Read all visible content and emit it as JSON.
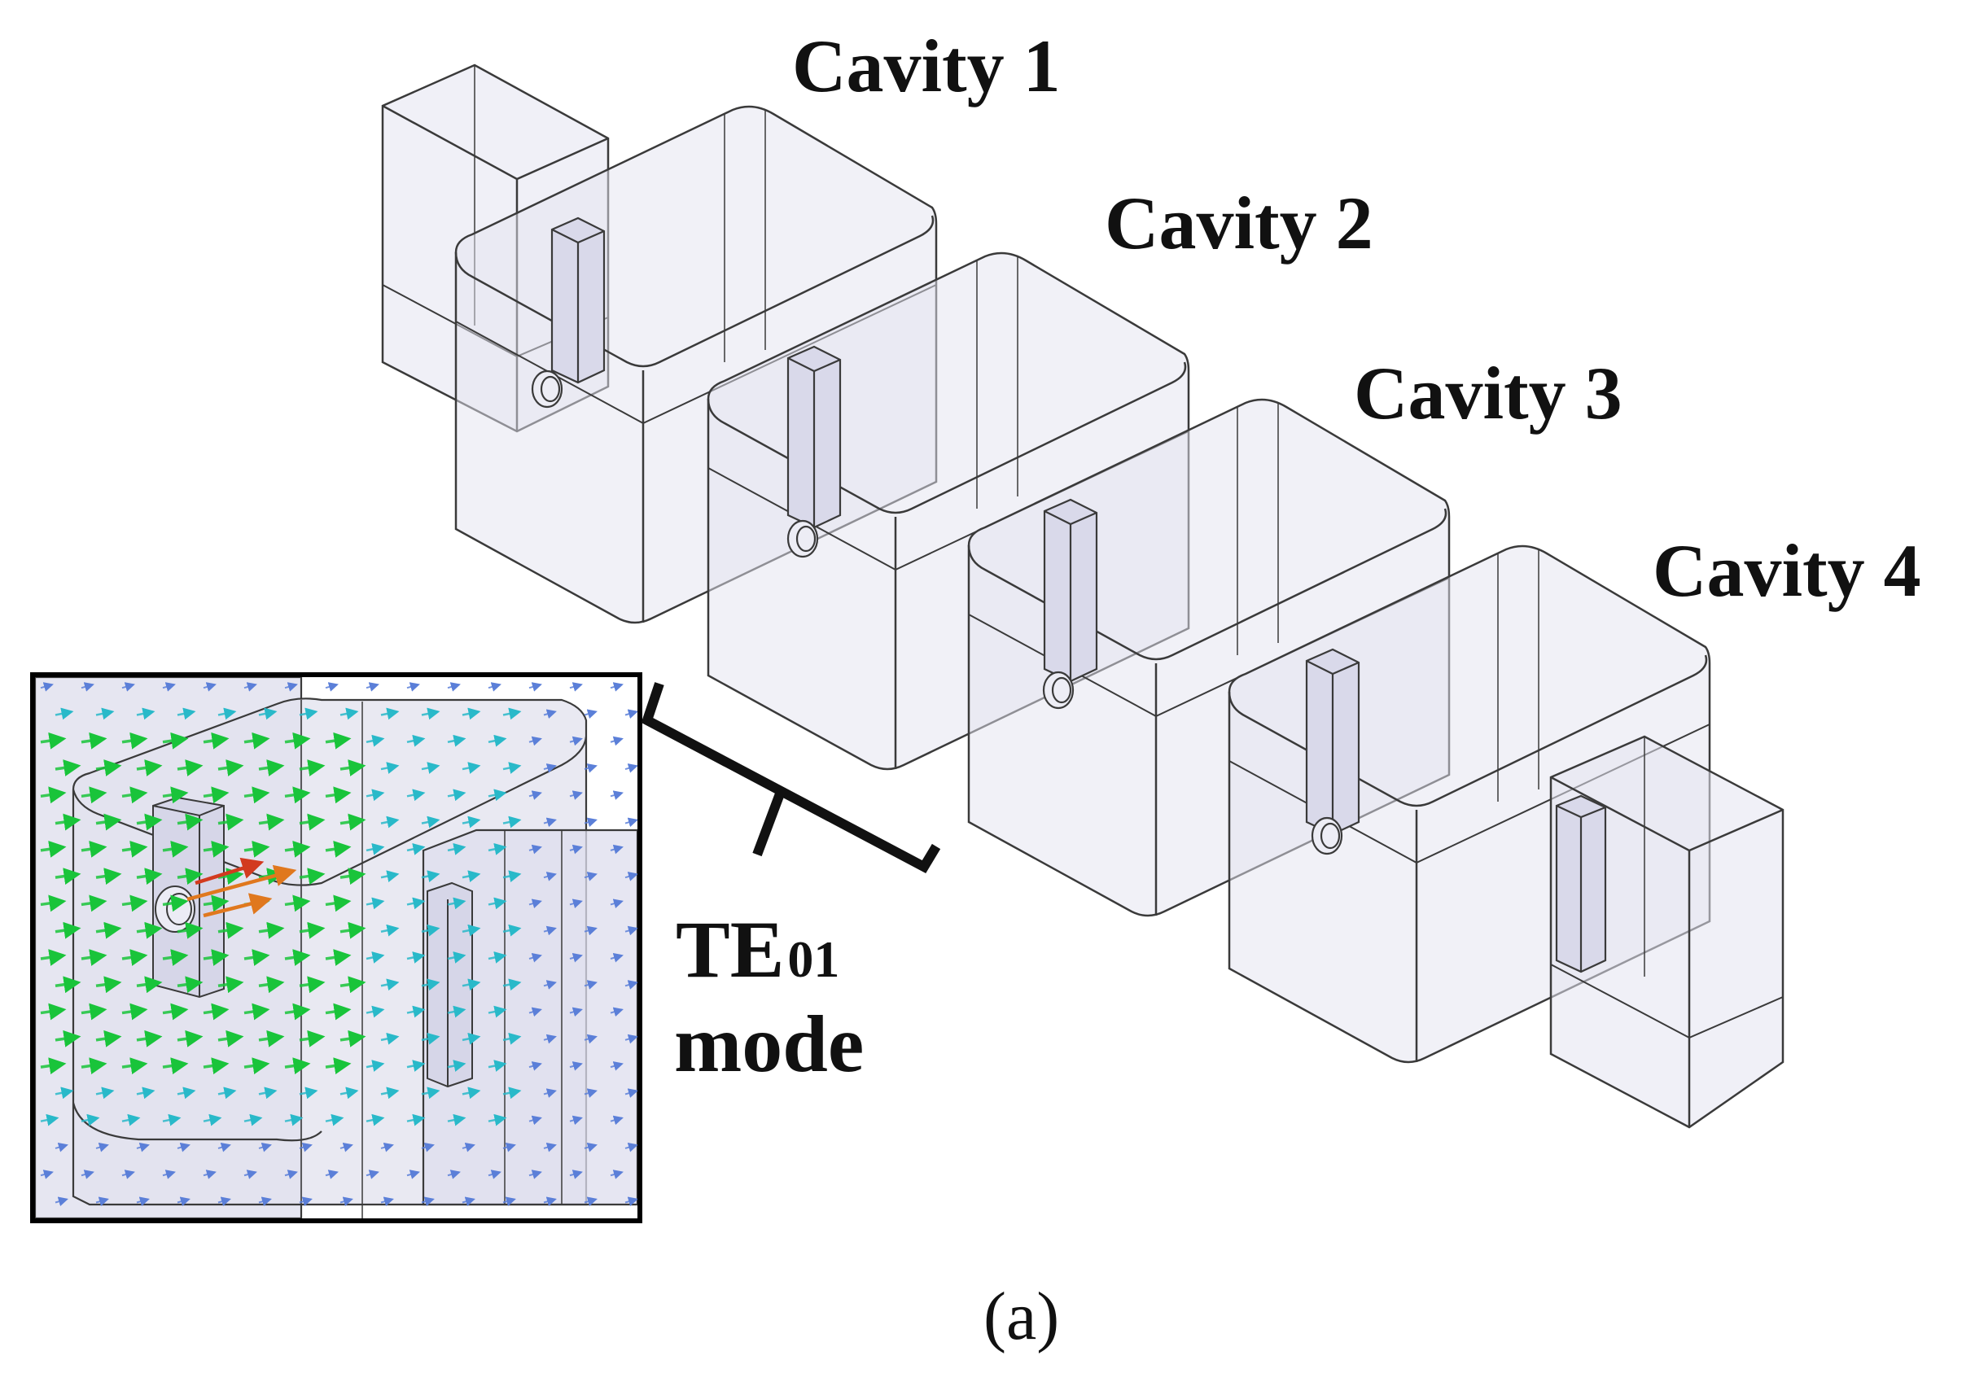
{
  "labels": {
    "cavity1": "Cavity 1",
    "cavity2": "Cavity 2",
    "cavity3": "Cavity 3",
    "cavity4": "Cavity 4",
    "mode_main": "TE",
    "mode_sub": "01",
    "mode_word": "mode",
    "caption": "(a)"
  },
  "colors": {
    "body_fill": "#e4e4f0",
    "edge": "#3a3a3a",
    "ink": "#111111",
    "field_green": "#19c43a",
    "field_cyan": "#29b9c9",
    "field_blue": "#5b7fd8",
    "field_orange": "#e0781e",
    "field_red": "#d23a1f"
  }
}
